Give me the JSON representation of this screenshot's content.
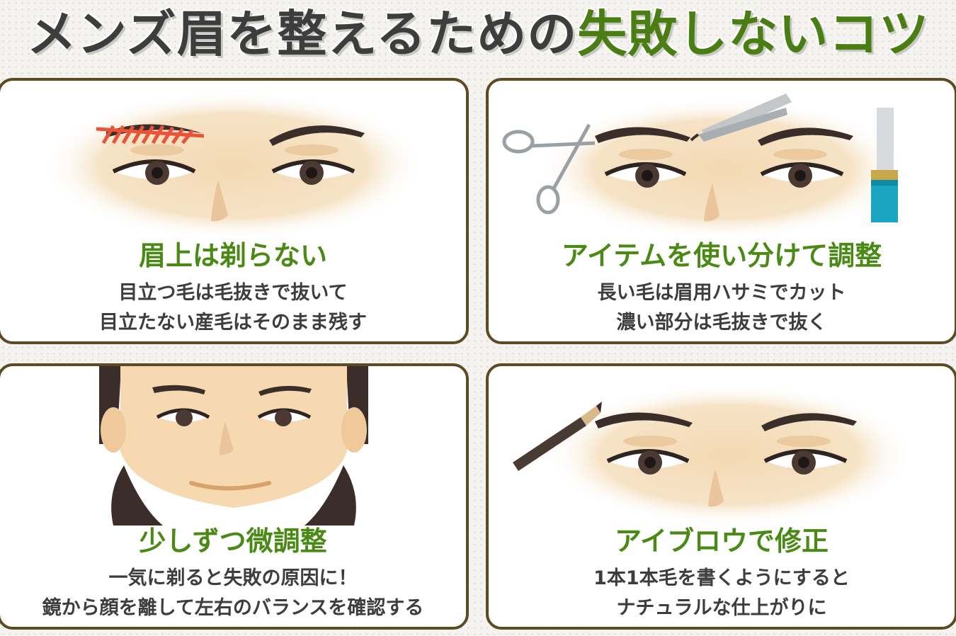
{
  "title": {
    "part1": "メンズ眉を整えるための",
    "part2": "失敗しないコツ"
  },
  "colors": {
    "accent_green": "#4a8a14",
    "frame_brown": "#5c4a22",
    "text_dark": "#3d3d3d",
    "skin": "#f5dfbd",
    "warning_red": "#e8533a"
  },
  "cards": [
    {
      "heading": "眉上は剃らない",
      "lines": [
        "目立つ毛は毛抜きで抜いて",
        "目立たない産毛はそのまま残す"
      ],
      "icons": [
        "eyes-illustration",
        "red-strike-icon"
      ]
    },
    {
      "heading": "アイテムを使い分けて調整",
      "lines": [
        "長い毛は眉用ハサミでカット",
        "濃い部分は毛抜きで抜く"
      ],
      "icons": [
        "scissors-icon",
        "tweezers-icon",
        "eyebrow-razor-icon"
      ]
    },
    {
      "heading": "少しずつ微調整",
      "lines": [
        "一気に剃ると失敗の原因に！",
        "鏡から顔を離して左右のバランスを確認する"
      ],
      "icons": [
        "face-illustration"
      ]
    },
    {
      "heading": "アイブロウで修正",
      "lines": [
        "1本1本毛を書くようにすると",
        "ナチュラルな仕上がりに"
      ],
      "icons": [
        "eyebrow-pencil-icon"
      ]
    }
  ]
}
